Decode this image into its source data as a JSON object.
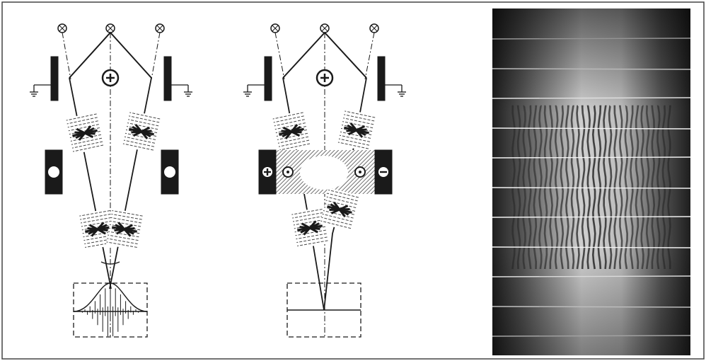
{
  "diagram": {
    "colors": {
      "ink": "#1a1a1a",
      "paper": "#ffffff",
      "frame": "#444444",
      "photo_dark": "#1e1e1e",
      "photo_light": "#d8d8d8"
    },
    "panels": [
      {
        "id": "without-field",
        "source_symbols": [
          "cross-circle-icon",
          "plus-circle-icon",
          "ground-icon",
          "dot-circle-icon",
          "interference-pattern"
        ]
      },
      {
        "id": "with-field",
        "source_symbols": [
          "cross-circle-icon",
          "plus-circle-icon",
          "ground-icon",
          "dot-circle-icon",
          "plus-square-icon",
          "minus-square-icon"
        ]
      },
      {
        "id": "fringe-photograph",
        "fringe_count": 30,
        "horizontal_lines": 11
      }
    ]
  }
}
